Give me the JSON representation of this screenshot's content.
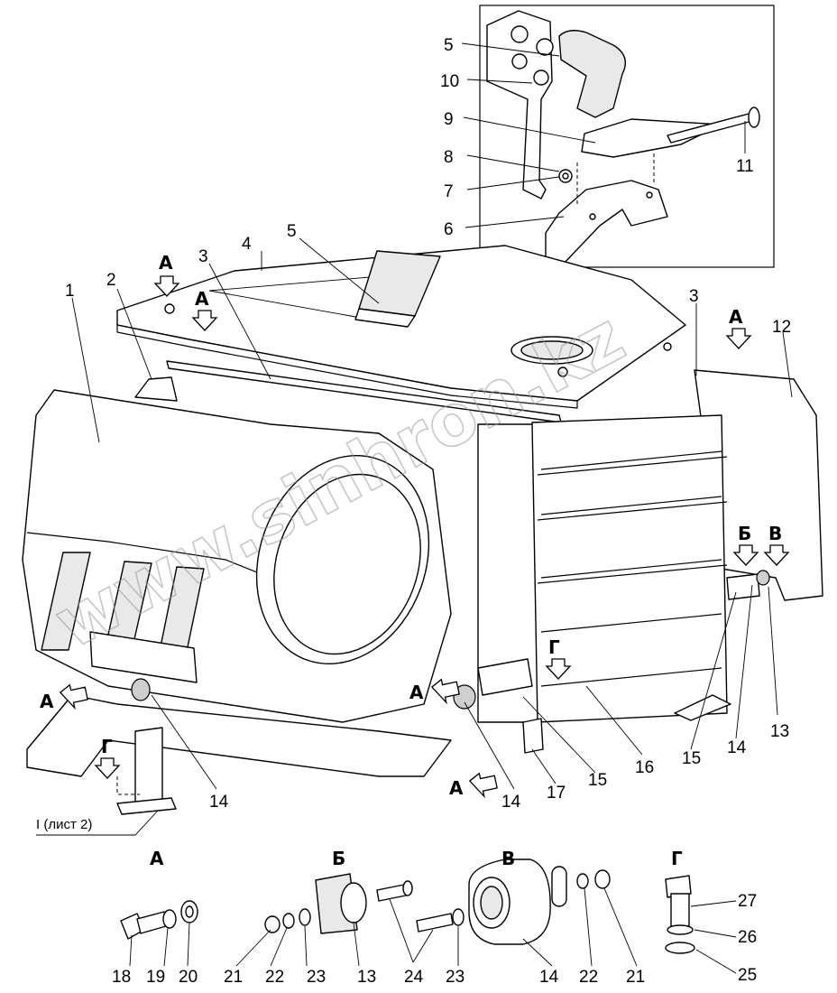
{
  "callouts": [
    {
      "id": "c5a",
      "text": "5"
    },
    {
      "id": "c10",
      "text": "10"
    },
    {
      "id": "c9",
      "text": "9"
    },
    {
      "id": "c8",
      "text": "8"
    },
    {
      "id": "c7",
      "text": "7"
    },
    {
      "id": "c6",
      "text": "6"
    },
    {
      "id": "c11",
      "text": "11"
    },
    {
      "id": "c4",
      "text": "4"
    },
    {
      "id": "c5b",
      "text": "5"
    },
    {
      "id": "c3a",
      "text": "3"
    },
    {
      "id": "c2",
      "text": "2"
    },
    {
      "id": "c1",
      "text": "1"
    },
    {
      "id": "c3b",
      "text": "3"
    },
    {
      "id": "c12",
      "text": "12"
    },
    {
      "id": "c14a",
      "text": "14"
    },
    {
      "id": "c14b",
      "text": "14"
    },
    {
      "id": "c17",
      "text": "17"
    },
    {
      "id": "c15a",
      "text": "15"
    },
    {
      "id": "c16",
      "text": "16"
    },
    {
      "id": "c15b",
      "text": "15"
    },
    {
      "id": "c14c",
      "text": "14"
    },
    {
      "id": "c13a",
      "text": "13"
    }
  ],
  "view_markers": [
    {
      "id": "mA1",
      "text": "А"
    },
    {
      "id": "mA2",
      "text": "А"
    },
    {
      "id": "mA3",
      "text": "А"
    },
    {
      "id": "mA4",
      "text": "А"
    },
    {
      "id": "mA5",
      "text": "А"
    },
    {
      "id": "mA6",
      "text": "А"
    },
    {
      "id": "mB",
      "text": "Б"
    },
    {
      "id": "mV",
      "text": "В"
    },
    {
      "id": "mG1",
      "text": "Г"
    },
    {
      "id": "mG2",
      "text": "Г"
    }
  ],
  "sheet_note": "I (лист 2)",
  "watermark": "www.sinhron.kz",
  "detail_views": [
    {
      "id": "A",
      "title": "А",
      "parts": [
        "18",
        "19",
        "20"
      ]
    },
    {
      "id": "B",
      "title": "Б",
      "parts": [
        "21",
        "22",
        "23",
        "13",
        "24",
        "23"
      ]
    },
    {
      "id": "V",
      "title": "В",
      "parts": [
        "14",
        "22",
        "21"
      ]
    },
    {
      "id": "G",
      "title": "Г",
      "parts": [
        "27",
        "26",
        "25"
      ]
    }
  ]
}
